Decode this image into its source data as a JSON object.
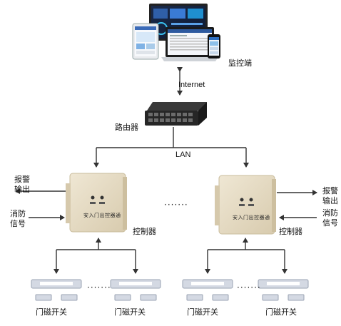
{
  "labels": {
    "monitor": "监控端",
    "internet": "Internet",
    "router": "路由器",
    "lan": "LAN",
    "alarm_out_left": [
      "报警",
      "输出"
    ],
    "fire_signal_left": [
      "消防",
      "信号"
    ],
    "alarm_out_right": [
      "报警",
      "输出"
    ],
    "fire_signal_right": [
      "消防",
      "信号"
    ],
    "controller_left": "控制器",
    "controller_right": "控制器",
    "switch_1": "门磁开关",
    "switch_2": "门磁开关",
    "switch_3": "门磁开关",
    "switch_4": "门磁开关",
    "ellipsis_mid": "·······",
    "ellipsis_left": "·······",
    "ellipsis_right": "·······",
    "panel_text_left": "安入门出控器通",
    "panel_text_right": "安入门出控器通"
  },
  "colors": {
    "wire": "#333333",
    "panel_face": "#e6dcc6",
    "panel_edge": "#cfc2a5",
    "router_body": "#2b2b2b",
    "sensor_body": "#d9dde6",
    "sensor_label": "#ffffff"
  },
  "icons": [
    "tablet-icon",
    "monitor-icon",
    "laptop-icon",
    "phone-icon",
    "router-icon",
    "controller-panel-icon",
    "magnetic-sensor-icon"
  ]
}
